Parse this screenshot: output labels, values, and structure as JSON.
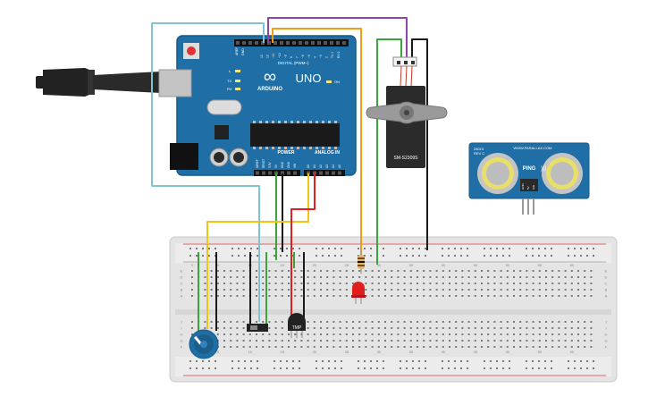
{
  "arduino": {
    "brand": "ARDUINO",
    "model": "UNO",
    "logo_symbol": "∞",
    "digital_header": "DIGITAL (PWM~)",
    "power_header": "POWER",
    "analog_header": "ANALOG IN",
    "led_labels": [
      "L",
      "TX",
      "RX"
    ],
    "on_label": "ON",
    "aref_label": "AREF",
    "gnd_label": "GND",
    "digital_pins": [
      "13",
      "12",
      "~11",
      "~10",
      "~9",
      "8",
      "7",
      "~6",
      "~5",
      "4",
      "~3",
      "2",
      "TX 1",
      "RX 0"
    ],
    "power_pins": [
      "IOREF",
      "RESET",
      "3.3V",
      "5V",
      "GND",
      "GND",
      "VIN"
    ],
    "analog_pins": [
      "A0",
      "A1",
      "A2",
      "A3",
      "A4",
      "A5"
    ],
    "board_color": "#1f6fa6",
    "board_dark": "#155a88"
  },
  "servo": {
    "label": "SM-S2309S",
    "body_color": "#2b2b2b",
    "horn_color": "#9a9a9a"
  },
  "ultrasonic": {
    "brand": "WWW.PARALLAX.COM",
    "name": "PING",
    "corner_text": "28015",
    "corner_sub": "REV C",
    "pins": [
      "GND",
      "5V",
      "SIG"
    ],
    "board_color": "#1f6fa6"
  },
  "temp_sensor": {
    "label": "TMP"
  },
  "breadboard": {
    "col_numbers": [
      "1",
      "5",
      "10",
      "15",
      "20",
      "25",
      "30",
      "35",
      "40",
      "45",
      "50",
      "55",
      "60"
    ],
    "row_letters_top": [
      "J",
      "I",
      "H",
      "G",
      "F"
    ],
    "row_letters_bottom": [
      "E",
      "D",
      "C",
      "B",
      "A"
    ],
    "color": "#e2e2e2"
  },
  "wire_colors": {
    "cyan": "#7dc4d4",
    "purple": "#8e44ad",
    "orange": "#f39c12",
    "green": "#3aa63a",
    "black": "#1a1a1a",
    "red": "#e02020",
    "yellow": "#f1c40f"
  },
  "led": {
    "color": "#e01e1e"
  },
  "potentiometer": {
    "color": "#1f6fa6"
  }
}
